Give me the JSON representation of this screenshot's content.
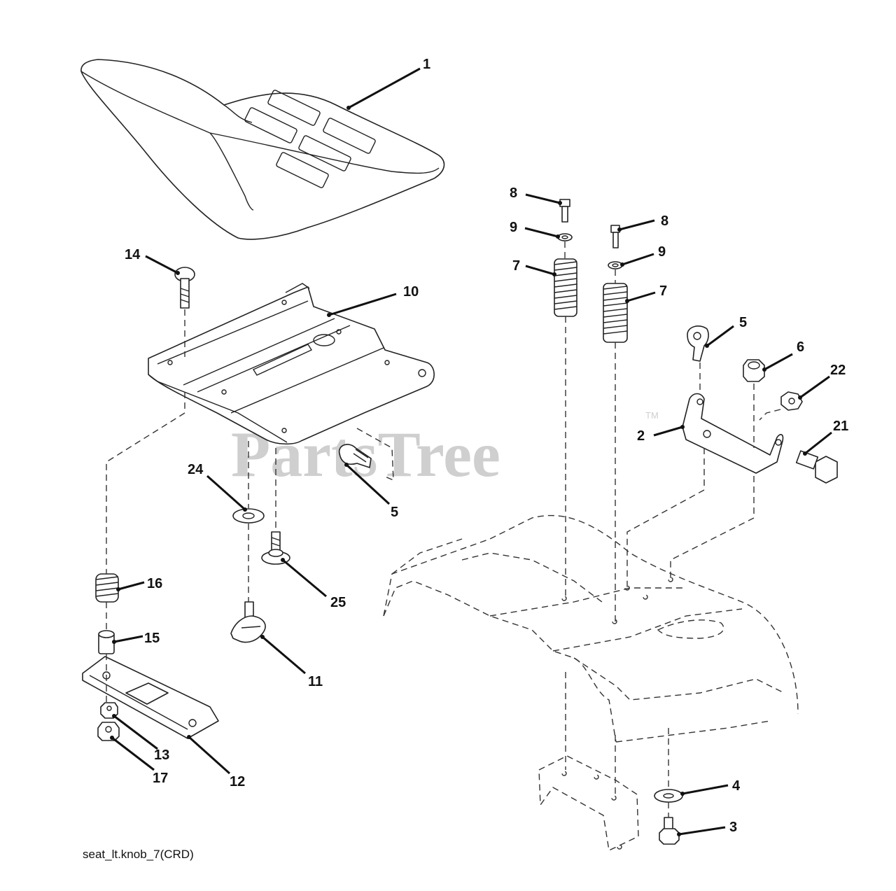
{
  "watermark": {
    "text": "PartsTree",
    "tm": "TM"
  },
  "caption": "seat_lt.knob_7(CRD)",
  "callouts": [
    {
      "id": "c1",
      "label": "1"
    },
    {
      "id": "c14",
      "label": "14"
    },
    {
      "id": "c10",
      "label": "10"
    },
    {
      "id": "c8a",
      "label": "8"
    },
    {
      "id": "c8b",
      "label": "8"
    },
    {
      "id": "c9a",
      "label": "9"
    },
    {
      "id": "c9b",
      "label": "9"
    },
    {
      "id": "c7a",
      "label": "7"
    },
    {
      "id": "c7b",
      "label": "7"
    },
    {
      "id": "c5a",
      "label": "5"
    },
    {
      "id": "c5b",
      "label": "5"
    },
    {
      "id": "c6",
      "label": "6"
    },
    {
      "id": "c22",
      "label": "22"
    },
    {
      "id": "c2",
      "label": "2"
    },
    {
      "id": "c21",
      "label": "21"
    },
    {
      "id": "c24",
      "label": "24"
    },
    {
      "id": "c25",
      "label": "25"
    },
    {
      "id": "c16",
      "label": "16"
    },
    {
      "id": "c15",
      "label": "15"
    },
    {
      "id": "c11",
      "label": "11"
    },
    {
      "id": "c13",
      "label": "13"
    },
    {
      "id": "c17",
      "label": "17"
    },
    {
      "id": "c12",
      "label": "12"
    },
    {
      "id": "c4",
      "label": "4"
    },
    {
      "id": "c3",
      "label": "3"
    }
  ]
}
